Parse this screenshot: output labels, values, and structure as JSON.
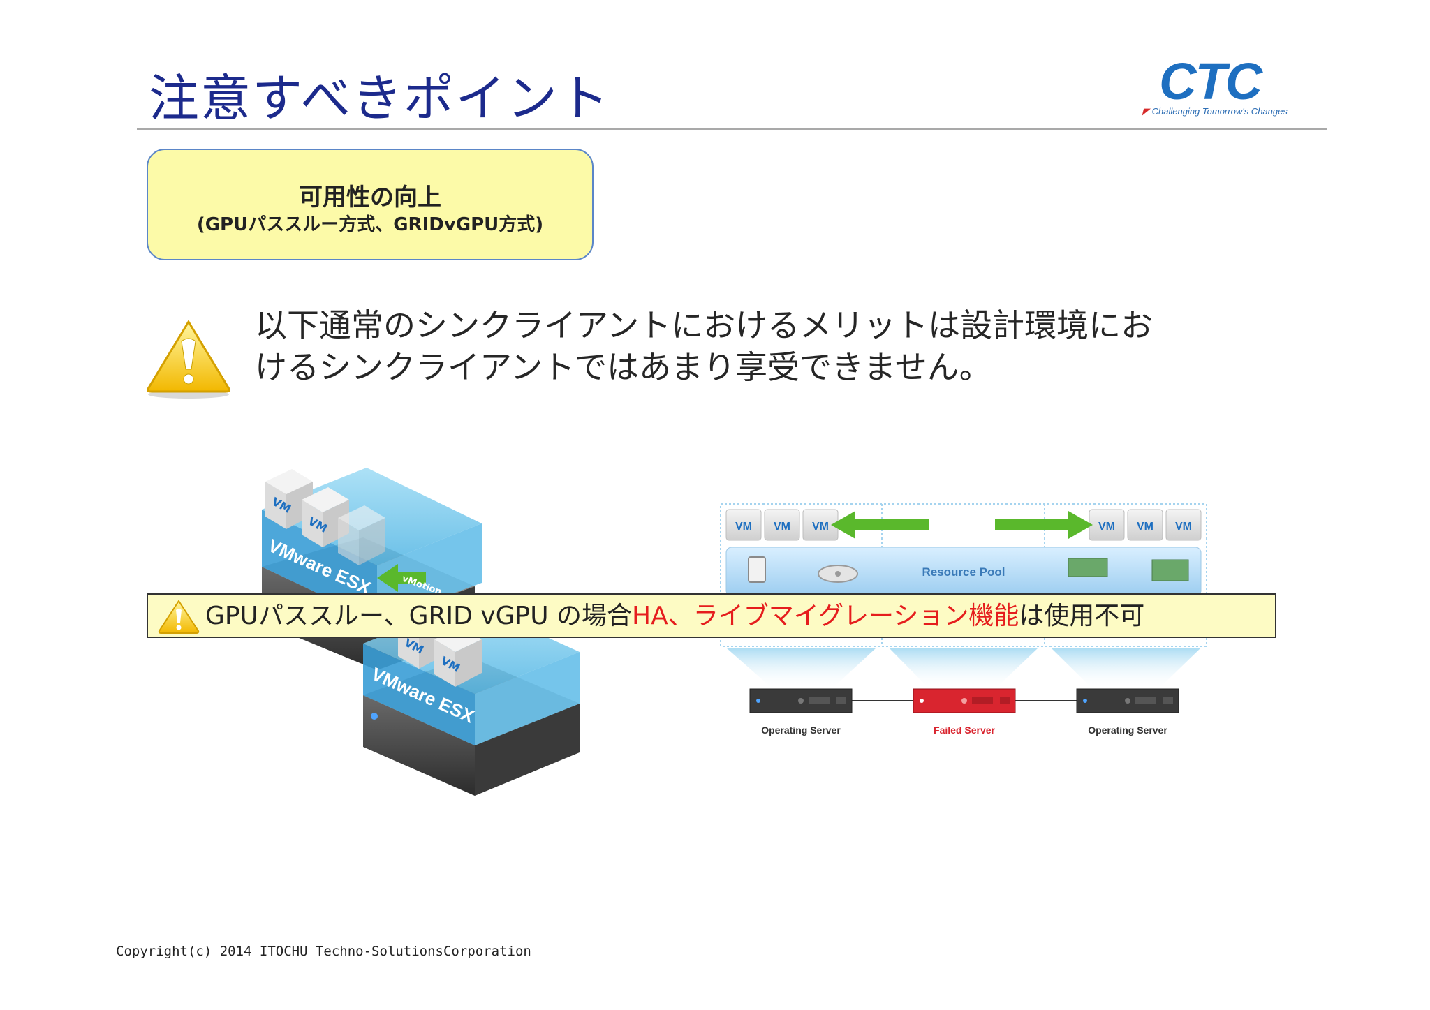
{
  "header": {
    "title": "注意すべきポイント",
    "logo_text": "CTC",
    "tagline": "Challenging Tomorrow's Changes"
  },
  "callout": {
    "title": "可用性の向上",
    "subtitle": "(GPUパススルー方式、GRIDvGPU方式)"
  },
  "notice": {
    "line1": "以下通常のシンクライアントにおけるメリットは設計環境にお",
    "line2": "けるシンクライアントではあまり享受できません。"
  },
  "diagram_left": {
    "vm_label": "VM",
    "host_label_1": "VMware ESX",
    "host_label_2": "VMware ESX",
    "motion_label": "vMotion"
  },
  "diagram_right": {
    "vm_label": "VM",
    "pool_label": "Resource Pool",
    "servers": [
      {
        "label": "Operating Server",
        "status": "operating"
      },
      {
        "label": "Failed Server",
        "status": "failed"
      },
      {
        "label": "Operating Server",
        "status": "operating"
      }
    ]
  },
  "banner": {
    "text_before": "GPUパススルー、GRID vGPU の場合",
    "text_highlight": "HA、ライブマイグレーション機能",
    "text_after": "は使用不可"
  },
  "footer": {
    "copyright": "Copyright(c) 2014 ITOCHU Techno-SolutionsCorporation"
  },
  "colors": {
    "title": "#1c2a8c",
    "logo": "#1e6fc0",
    "callout_bg": "#fcfaa8",
    "highlight_red": "#e51d1d",
    "failed_server": "#d9252f"
  }
}
